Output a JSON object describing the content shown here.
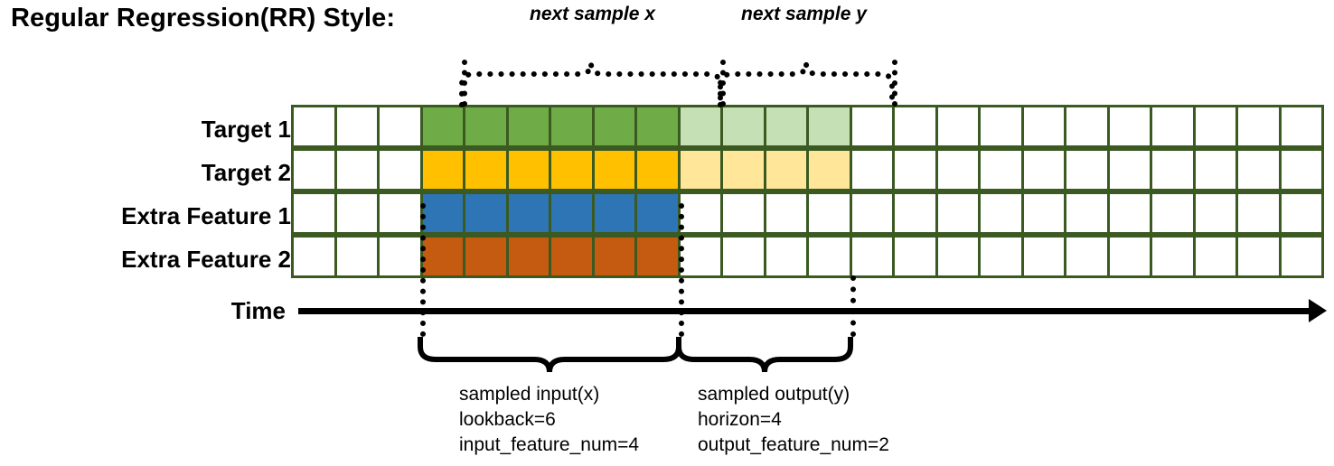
{
  "title": "Regular Regression(RR) Style:",
  "row_labels": [
    "Target 1",
    "Target 2",
    "Extra Feature 1",
    "Extra Feature 2"
  ],
  "time_axis_label": "Time",
  "top_annotations": [
    {
      "text": "next sample x"
    },
    {
      "text": "next sample y"
    }
  ],
  "bottom_annotations": [
    {
      "line1": "sampled input(x)",
      "line2": "lookback=6",
      "line3": "input_feature_num=4"
    },
    {
      "line1": "sampled output(y)",
      "line2": "horizon=4",
      "line3": "output_feature_num=2"
    }
  ],
  "colors": {
    "grid_border": "#3A5A22",
    "empty": "#FFFFFF",
    "target1_dark": "#6FAB46",
    "target1_light": "#C5E0B4",
    "target2_dark": "#FFC000",
    "target2_light": "#FFE699",
    "feature1": "#2E75B6",
    "feature2": "#C55A11",
    "annotation": "#000000"
  },
  "grid": {
    "columns": 24,
    "rows": 4,
    "input_start_col": 3,
    "input_end_col": 8,
    "output_start_col": 9,
    "output_end_col": 12,
    "row_fills": [
      [
        "#FFFFFF",
        "#FFFFFF",
        "#FFFFFF",
        "#6FAB46",
        "#6FAB46",
        "#6FAB46",
        "#6FAB46",
        "#6FAB46",
        "#6FAB46",
        "#C5E0B4",
        "#C5E0B4",
        "#C5E0B4",
        "#C5E0B4",
        "#FFFFFF",
        "#FFFFFF",
        "#FFFFFF",
        "#FFFFFF",
        "#FFFFFF",
        "#FFFFFF",
        "#FFFFFF",
        "#FFFFFF",
        "#FFFFFF",
        "#FFFFFF",
        "#FFFFFF"
      ],
      [
        "#FFFFFF",
        "#FFFFFF",
        "#FFFFFF",
        "#FFC000",
        "#FFC000",
        "#FFC000",
        "#FFC000",
        "#FFC000",
        "#FFC000",
        "#FFE699",
        "#FFE699",
        "#FFE699",
        "#FFE699",
        "#FFFFFF",
        "#FFFFFF",
        "#FFFFFF",
        "#FFFFFF",
        "#FFFFFF",
        "#FFFFFF",
        "#FFFFFF",
        "#FFFFFF",
        "#FFFFFF",
        "#FFFFFF",
        "#FFFFFF"
      ],
      [
        "#FFFFFF",
        "#FFFFFF",
        "#FFFFFF",
        "#2E75B6",
        "#2E75B6",
        "#2E75B6",
        "#2E75B6",
        "#2E75B6",
        "#2E75B6",
        "#FFFFFF",
        "#FFFFFF",
        "#FFFFFF",
        "#FFFFFF",
        "#FFFFFF",
        "#FFFFFF",
        "#FFFFFF",
        "#FFFFFF",
        "#FFFFFF",
        "#FFFFFF",
        "#FFFFFF",
        "#FFFFFF",
        "#FFFFFF",
        "#FFFFFF",
        "#FFFFFF"
      ],
      [
        "#FFFFFF",
        "#FFFFFF",
        "#FFFFFF",
        "#C55A11",
        "#C55A11",
        "#C55A11",
        "#C55A11",
        "#C55A11",
        "#C55A11",
        "#FFFFFF",
        "#FFFFFF",
        "#FFFFFF",
        "#FFFFFF",
        "#FFFFFF",
        "#FFFFFF",
        "#FFFFFF",
        "#FFFFFF",
        "#FFFFFF",
        "#FFFFFF",
        "#FFFFFF",
        "#FFFFFF",
        "#FFFFFF",
        "#FFFFFF",
        "#FFFFFF"
      ]
    ]
  }
}
